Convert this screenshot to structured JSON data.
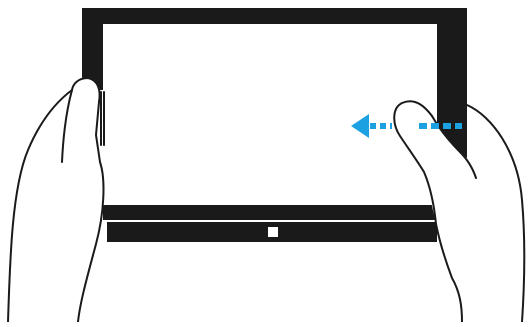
{
  "illustration": {
    "subject": "swipe-from-right-edge-gesture",
    "device": "tablet",
    "gesture": {
      "direction": "left",
      "origin_edge": "right"
    },
    "icons": {
      "start_button": "windows-start-button-icon",
      "arrow": "swipe-arrow-icon",
      "hands": "hand-icon"
    },
    "colors": {
      "bezel": "#1a1a1a",
      "screen": "#ffffff",
      "arrow": "#1ba1e2",
      "outline": "#1a1a1a",
      "background": "#ffffff"
    }
  }
}
